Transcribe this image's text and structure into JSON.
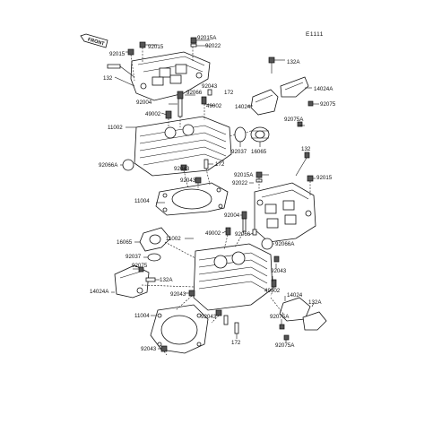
{
  "figure_code": "E1111",
  "front_marker": "FRONT",
  "labels": {
    "p92015a_top": "92015A",
    "p92022_top": "92022",
    "p92015_top": "92015",
    "p92015_left": "92015",
    "p132_left": "132",
    "p132a_top": "132A",
    "p14024a_top": "14024A",
    "p92043_top": "92043",
    "p172_top": "172",
    "p92066_top": "92066",
    "p92004_top": "92004",
    "p49002_top": "49002",
    "p49002_top2": "49002",
    "p14024_top": "14024",
    "p92075_top": "92075",
    "p92075a_top": "92075A",
    "p11002_top": "11002",
    "p92037_top": "92037",
    "p16065_top": "16065",
    "p92066a_top": "92066A",
    "p92043_mid": "92043",
    "p172_mid": "172",
    "p132_mid": "132",
    "p92043_mid2": "92043",
    "p11004_top": "11004",
    "p92015a_mid": "92015A",
    "p92015_mid": "92015",
    "p92022_mid": "92022",
    "p92004_mid": "92004",
    "p49002_mid": "49002",
    "p92066_mid": "92066",
    "p11002_mid": "11002",
    "p92066a_mid": "92066A",
    "p16065_mid": "16065",
    "p92037_mid": "92037",
    "p92075_mid": "92075",
    "p14024a_mid": "14024A",
    "p132a_mid": "132A",
    "p92043_low": "92043",
    "p92043_low2": "92043",
    "p49002_low": "49002",
    "p14024_low": "14024",
    "p11004_low": "11004",
    "p132a_low": "132A",
    "p92075a_low": "92075A",
    "p172_low": "172",
    "p92075a_low2": "92075A",
    "p92043_bottom": "92043"
  }
}
